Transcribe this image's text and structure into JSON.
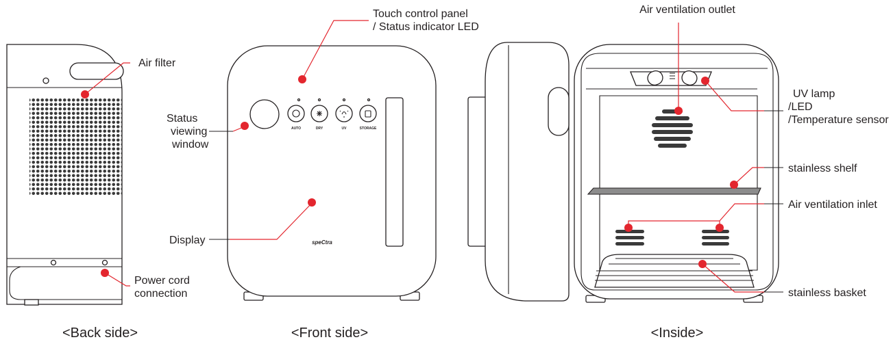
{
  "colors": {
    "accent": "#e3262e",
    "outline": "#231f20",
    "shelf": "#8c8c8c"
  },
  "captions": {
    "back": "<Back side>",
    "front": "<Front side>",
    "inside": "<Inside>"
  },
  "labels": {
    "air_filter": "Air filter",
    "power_cord_1": "Power cord",
    "power_cord_2": "connection",
    "status_window_1": "Status",
    "status_window_2": "viewing",
    "status_window_3": "window",
    "touch_panel_1": "Touch control panel",
    "touch_panel_2": "/ Status indicator LED",
    "display": "Display",
    "air_outlet": "Air ventilation outlet",
    "uv_lamp_1": "UV lamp",
    "uv_lamp_2": "/LED",
    "uv_lamp_3": "/Temperature sensor",
    "shelf": "stainless shelf",
    "air_inlet": "Air ventilation inlet",
    "basket": "stainless basket"
  },
  "buttons": {
    "auto": "AUTO",
    "dry": "DRY",
    "uv": "UV",
    "storage": "STORAGE"
  },
  "brand": "speCtra"
}
